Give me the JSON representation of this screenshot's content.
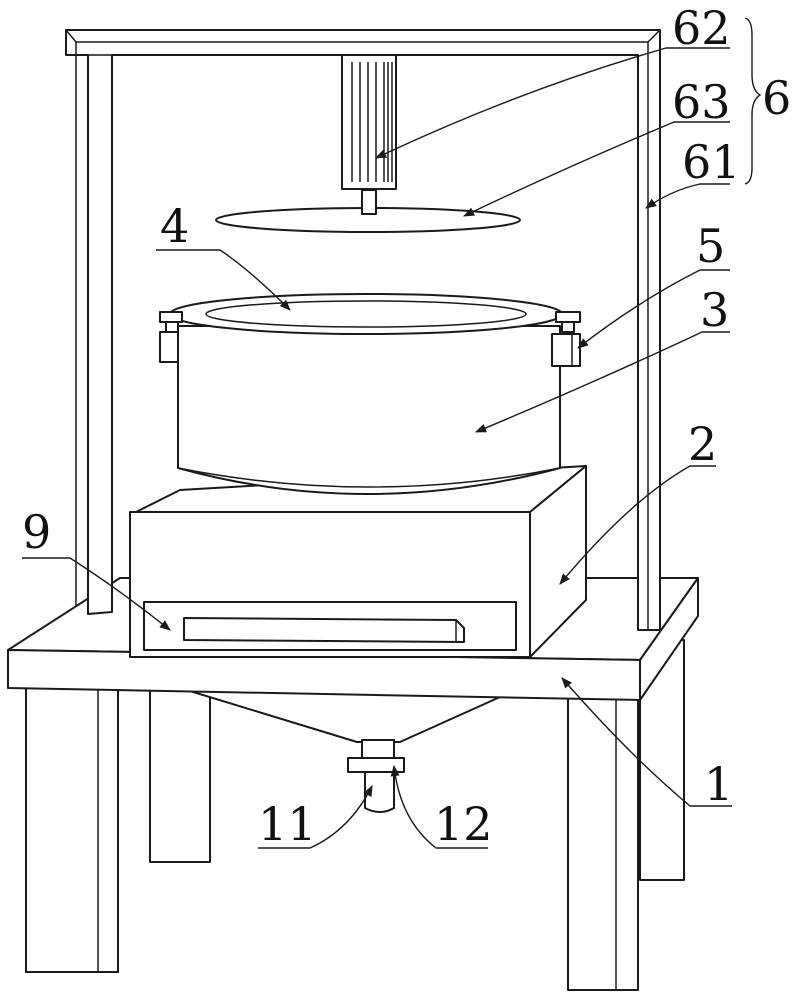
{
  "labels": {
    "l62": "62",
    "l63": "63",
    "l61": "61",
    "l6": "6",
    "l5": "5",
    "l4": "4",
    "l3": "3",
    "l2": "2",
    "l9": "9",
    "l1": "1",
    "l11": "11",
    "l12": "12"
  },
  "colors": {
    "line": "#1a1a1a",
    "background": "#ffffff"
  }
}
